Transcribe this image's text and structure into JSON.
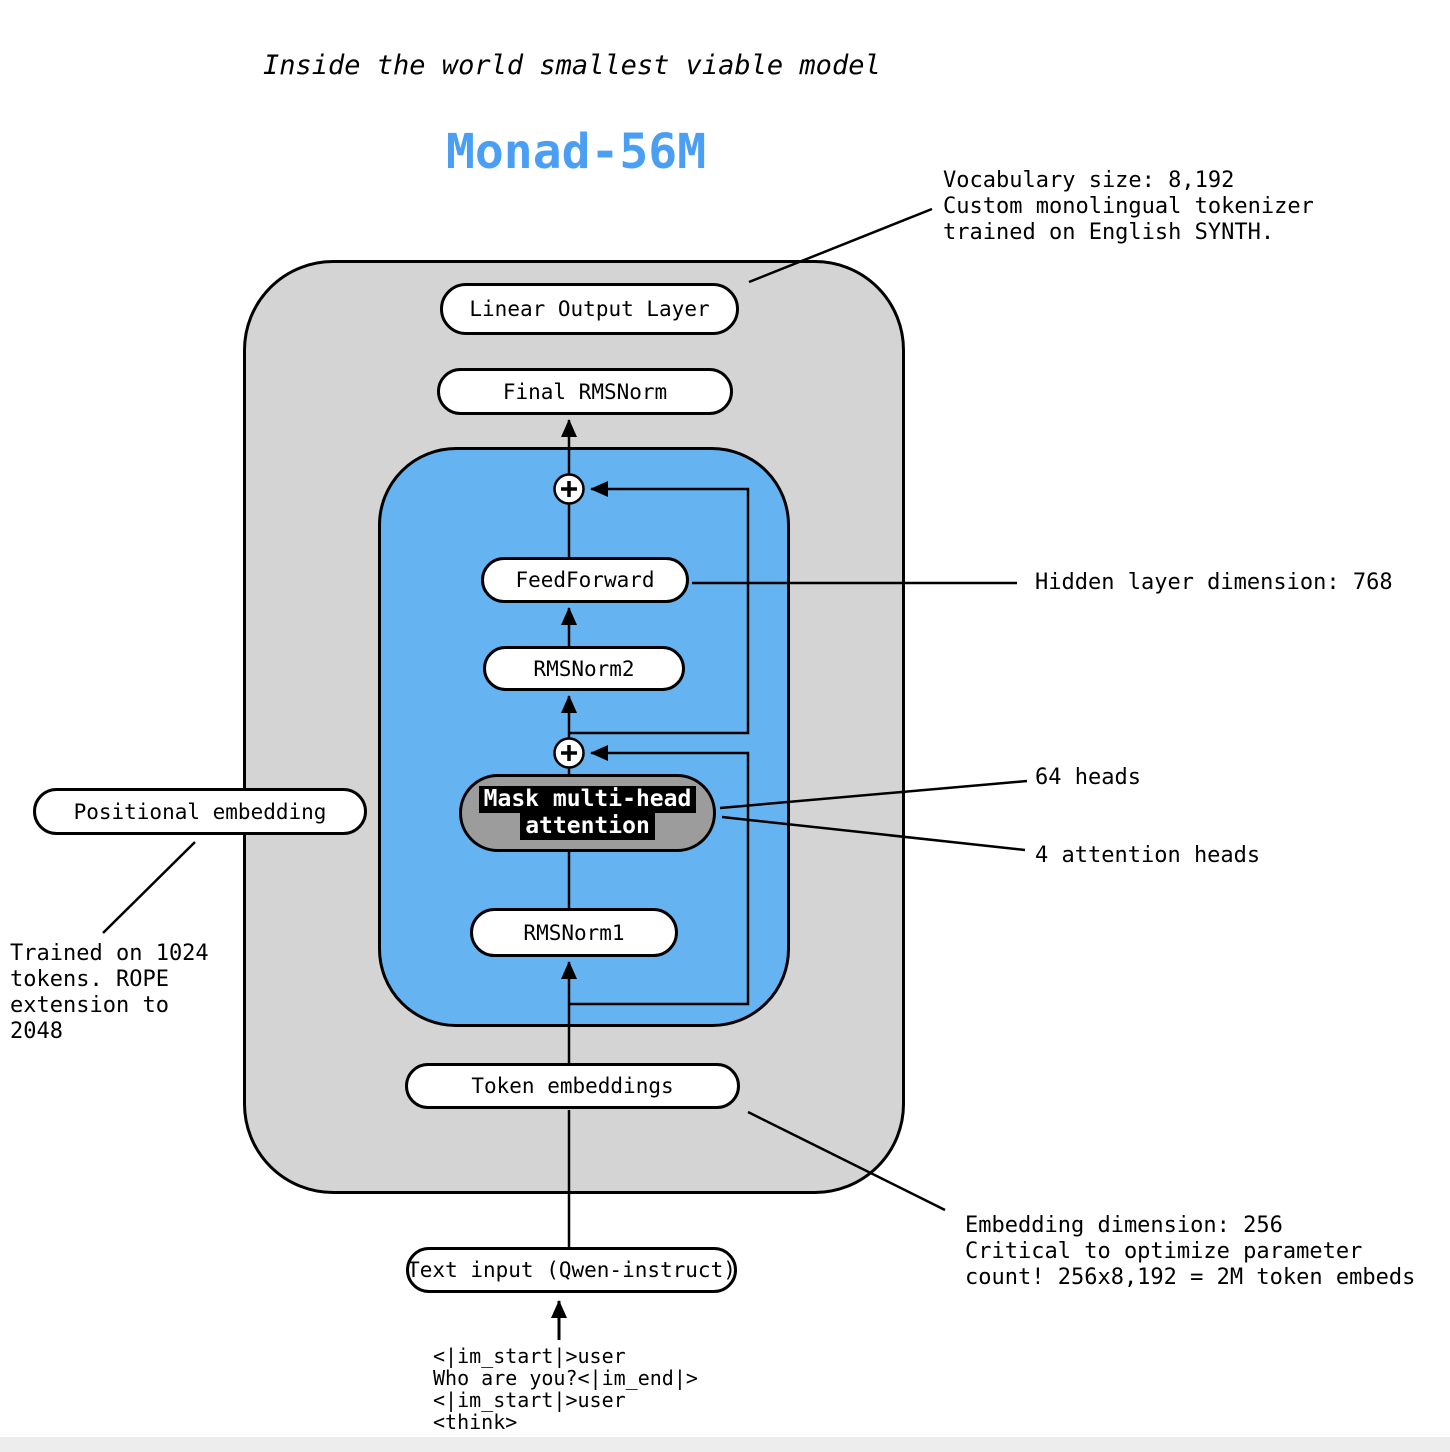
{
  "subtitle": "Inside the world smallest viable model",
  "title": "Monad-56M",
  "pills": {
    "linear_output": "Linear Output Layer",
    "final_rmsnorm": "Final RMSNorm",
    "feedforward": "FeedForward",
    "rmsnorm2": "RMSNorm2",
    "attention_line1": "Mask multi-head",
    "attention_line2": "attention",
    "rmsnorm1": "RMSNorm1",
    "token_embeddings": "Token embeddings",
    "text_input": "Text input (Qwen-instruct)",
    "positional_embedding": "Positional embedding"
  },
  "annotations": {
    "vocab": {
      "lines": [
        "Vocabulary size: 8,192",
        "Custom monolingual tokenizer",
        "trained on English SYNTH."
      ]
    },
    "hidden": {
      "text": "Hidden layer dimension: 768"
    },
    "heads64": {
      "text": "64 heads"
    },
    "heads4": {
      "text": "4 attention heads"
    },
    "rope": {
      "lines": [
        "Trained on 1024",
        "tokens. ROPE",
        "extension to",
        "2048"
      ]
    },
    "embedding": {
      "lines": [
        "Embedding dimension: 256",
        "Critical to optimize parameter",
        "count! 256x8,192 = 2M token embeds"
      ]
    }
  },
  "input_tokens": {
    "lines": [
      "<|im_start|>user",
      "Who are you?<|im_end|>",
      "<|im_start|>user",
      "<think>"
    ]
  },
  "icons": {
    "residual_add": "plus-in-circle"
  },
  "colors": {
    "title_blue": "#4a9ff5",
    "outer_box_fill": "#d4d4d4",
    "transformer_block_fill": "#65b4f1",
    "attention_pill_fill": "#9c9c9c",
    "attention_text_bg": "#000000",
    "attention_text_color": "#ffffff",
    "line_color": "#000000",
    "pill_fill": "#ffffff"
  }
}
